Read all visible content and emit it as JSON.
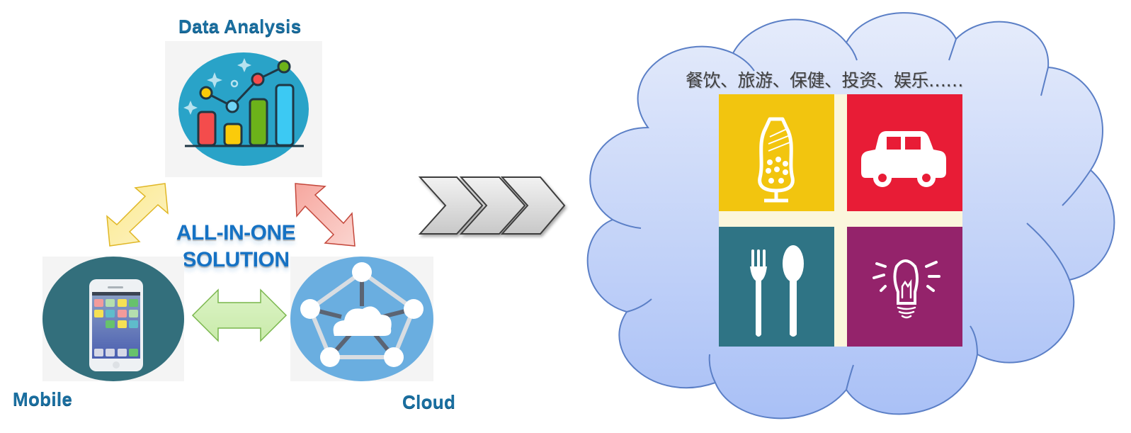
{
  "diagram": {
    "nodes": {
      "data_analysis": {
        "label": "Data Analysis",
        "icon": "bar-chart-icon"
      },
      "mobile": {
        "label": "Mobile",
        "icon": "smartphone-icon"
      },
      "cloud": {
        "label": "Cloud",
        "icon": "cloud-network-icon"
      }
    },
    "center_text": {
      "line1": "ALL-IN-ONE",
      "line2": "SOLUTION"
    },
    "connectors": [
      {
        "from": "mobile",
        "to": "data_analysis",
        "type": "double-arrow",
        "color": "#f7d560"
      },
      {
        "from": "data_analysis",
        "to": "cloud",
        "type": "double-arrow",
        "color": "#f08a80"
      },
      {
        "from": "mobile",
        "to": "cloud",
        "type": "double-arrow",
        "color": "#b5e08d"
      }
    ],
    "flow_arrow": {
      "type": "chevrons",
      "count": 3
    },
    "result_cloud": {
      "caption": "餐饮、旅游、保健、投资、娱乐……",
      "tiles": [
        {
          "icon": "mannequin-icon",
          "color": "#f2c50f"
        },
        {
          "icon": "car-icon",
          "color": "#e81c36"
        },
        {
          "icon": "fork-spoon-icon",
          "color": "#2f7485"
        },
        {
          "icon": "lightbulb-icon",
          "color": "#94236b"
        }
      ]
    }
  }
}
